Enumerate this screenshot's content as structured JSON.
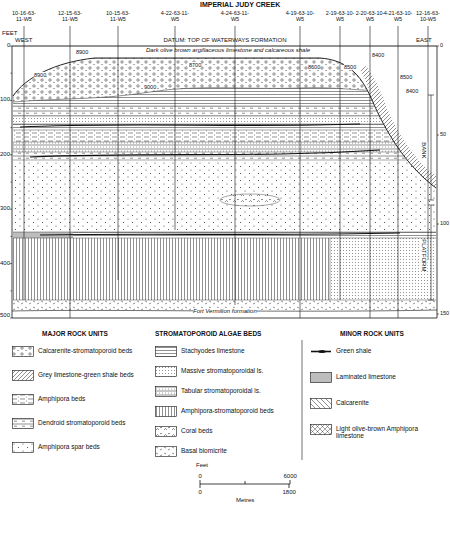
{
  "diagram": {
    "title": "IMPERIAL JUDY CREEK",
    "labels": [
      "10-16-63-11-W5",
      "12-15-63-11-W5",
      "10-15-63-11-W5",
      "4-22-63-11-W5",
      "4-24-63-11-W5",
      "4-19-63-10-W5",
      "2-19-63-10-W5",
      "2-20-63-10-W5",
      "4-21-63-10-W5",
      "12-16-63-10-W5",
      "FEET",
      "WEST",
      "DATUM: TOP OF WATERWAYS FORMATION",
      "EAST",
      "0",
      "100",
      "200",
      "300",
      "400",
      "500",
      "0",
      "50",
      "100",
      "150",
      "8900",
      "8700",
      "8600",
      "8500",
      "8400",
      "8500",
      "8400",
      "Dark olive brown argillaceous limestone and calcareous shale",
      "8900",
      "9000",
      "BANK",
      "PLATFORM",
      "Fort Vermilion formation",
      "MAJOR ROCK UNITS",
      "STROMATOPOROID ALGAE BEDS",
      "MINOR ROCK UNITS",
      "Feet",
      "0",
      "6000",
      "Metres",
      "0",
      "1800"
    ],
    "legend": [
      {
        "text": "Calcarenite-stromatoporoid beds"
      },
      {
        "text": "Grey limestone-green shale beds"
      },
      {
        "text": "Amphipora beds"
      },
      {
        "text": "Dendroid stromatoporoid beds"
      },
      {
        "text": "Amphipora spar beds"
      },
      {
        "text": "Stachyodes limestone"
      },
      {
        "text": "Massive stromatoporoidal ls."
      },
      {
        "text": "Tabular stromatoporoidal ls."
      },
      {
        "text": "Amphipora-stromatoporoid beds"
      },
      {
        "text": "Coral beds"
      },
      {
        "text": "Basal biomicrite"
      },
      {
        "text": "Green shale"
      },
      {
        "text": "Laminated limestone"
      },
      {
        "text": "Calcarenite"
      },
      {
        "text": "Light olive-brown Amphipora limestone"
      }
    ]
  }
}
